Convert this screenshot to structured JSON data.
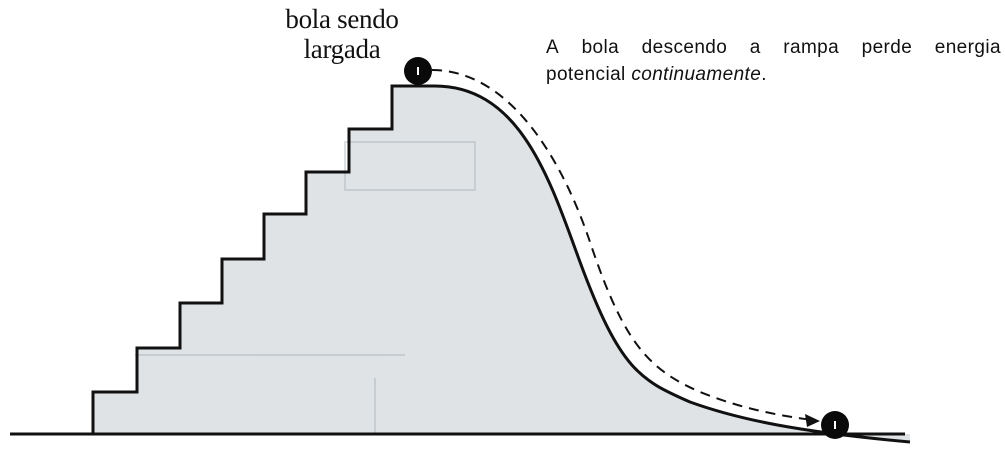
{
  "labels": {
    "release_line1": "bola sendo",
    "release_line2": "largada",
    "desc_w1": "A",
    "desc_w2": "bola",
    "desc_w3": "descendo",
    "desc_w4": "a",
    "desc_w5": "rampa",
    "desc_w6": "perde",
    "desc_w7": "energia",
    "desc_line2_pre": "potencial ",
    "desc_line2_emph": "continuamente",
    "desc_line2_post": "."
  },
  "colors": {
    "ink": "#111111",
    "fill": "#dfe3e6",
    "ball": "#0a0a0a"
  }
}
